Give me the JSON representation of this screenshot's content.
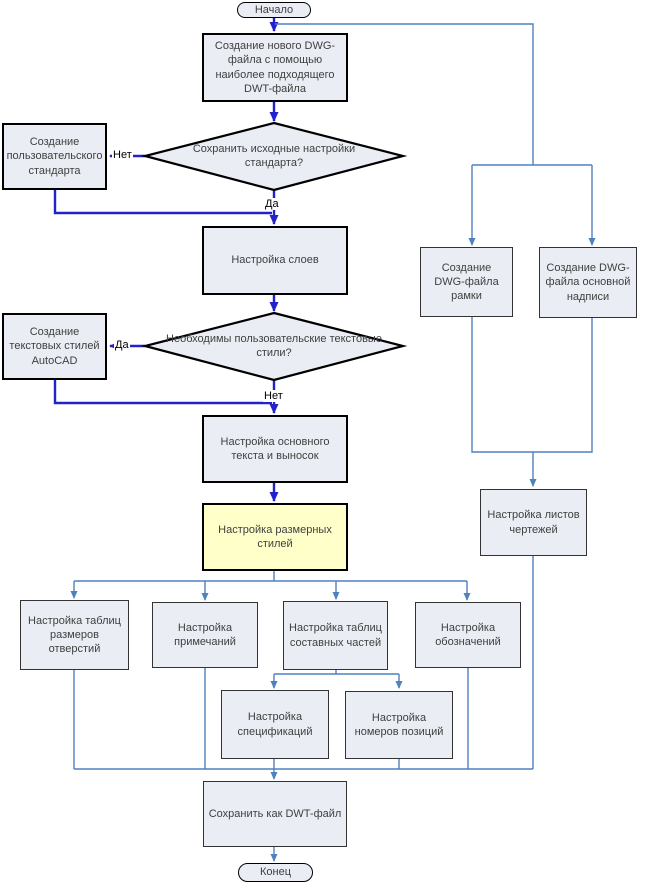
{
  "colors": {
    "main_flow": "#2222CC",
    "secondary_flow": "#4F81BD",
    "node_fill": "#EAEDF4",
    "highlight_fill": "#FFFFC9",
    "node_border": "#000000",
    "text": "#3F3F3F"
  },
  "nodes": {
    "start": "Начало",
    "create_new_dwg": "Создание нового DWG-файла с помощью наиболее подходящего DWT-файла",
    "decision_keep_standard": "Сохранить исходные настройки стандарта?",
    "create_custom_standard": "Создание пользовательского стандарта",
    "setup_layers": "Настройка слоев",
    "decision_text_styles": "Необходимы пользовательские текстовые стили?",
    "create_text_styles": "Создание текстовых стилей AutoCAD",
    "setup_main_text": "Настройка основного текста и выносок",
    "setup_dim_styles": "Настройка размерных стилей",
    "setup_hole_tables": "Настройка таблиц размеров отверстий",
    "setup_notes": "Настройка примечаний",
    "setup_parts_tables": "Настройка таблиц составных частей",
    "setup_symbols": "Настройка обозначений",
    "setup_specs": "Настройка спецификаций",
    "setup_item_numbers": "Настройка номеров позиций",
    "create_frame_dwg": "Создание DWG-файла рамки",
    "create_titleblock_dwg": "Создание DWG-файла основной надписи",
    "setup_sheets": "Настройка листов чертежей",
    "save_as_dwt": "Сохранить как DWT-файл",
    "end": "Конец"
  },
  "edge_labels": {
    "keep_standard_no": "Нет",
    "keep_standard_yes": "Да",
    "text_styles_yes": "Да",
    "text_styles_no": "Нет"
  }
}
